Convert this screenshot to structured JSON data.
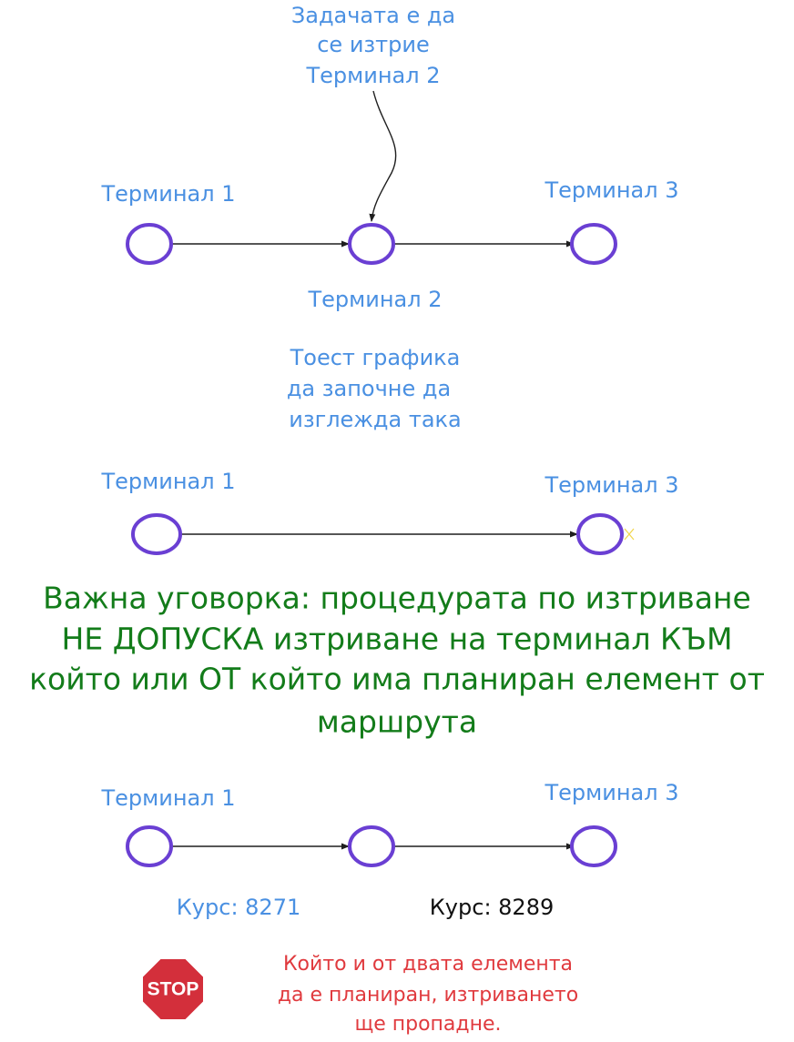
{
  "top_note": [
    "Задачата е да",
    "се изтрие",
    "Терминал 2"
  ],
  "diagram1": {
    "label_t1": "Терминал 1",
    "label_t3": "Терминал 3",
    "label_t2": "Терминал 2"
  },
  "middle_note": [
    "Тоест графика",
    "да започне да",
    "изглежда така"
  ],
  "diagram2": {
    "label_t1": "Терминал 1",
    "label_t3": "Терминал 3"
  },
  "rule_note": [
    "Важна уговорка: процедурата по изтриване",
    "НЕ ДОПУСКА изтриване на терминал КЪМ",
    "който или ОТ който има планиран елемент от",
    "маршрута"
  ],
  "diagram3": {
    "label_t1": "Терминал 1",
    "label_t3": "Терминал 3",
    "course_a": "Курс: 8271",
    "course_b": "Курс: 8289"
  },
  "stop_sign": {
    "label": "STOP",
    "color": "#d32f3b"
  },
  "warning_note": [
    "Който и от двата елемента",
    "да е планиран, изтриването",
    "ще пропадне."
  ],
  "colors": {
    "node_stroke": "#6a3fd3",
    "blue_text": "#4a90e2",
    "green_text": "#137c1a",
    "red_text": "#e03a3e"
  }
}
